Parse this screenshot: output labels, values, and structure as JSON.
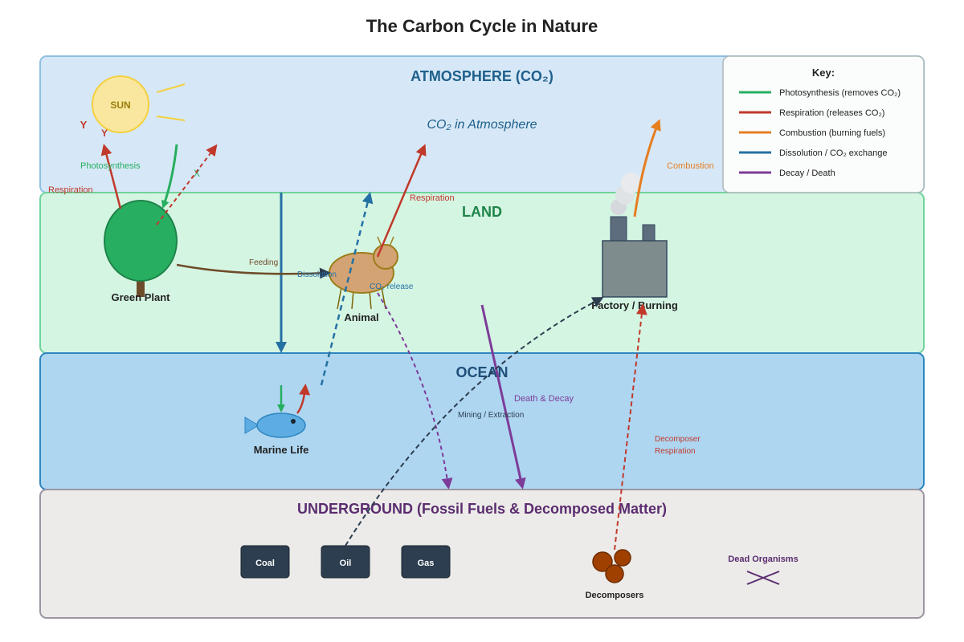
{
  "title": "The Carbon Cycle in Nature",
  "zones": {
    "atmosphere": {
      "label": "ATMOSPHERE (CO₂)",
      "sublabel": "CO₂ in Atmosphere"
    },
    "land": {
      "label": "LAND"
    },
    "ocean": {
      "label": "OCEAN"
    },
    "underground": {
      "label": "UNDERGROUND (Fossil Fuels & Decomposed Matter)"
    }
  },
  "objects": {
    "sun": "SUN",
    "plant": "Green Plant",
    "animal": "Animal",
    "factory": "Factory / Burning",
    "marine": "Marine Life",
    "coal": "Coal",
    "oil": "Oil",
    "gas": "Gas",
    "decomposers": "Decomposers",
    "dead": "Dead Organisms"
  },
  "flow_labels": {
    "photosynthesis": "Photosynthesis",
    "respiration_plant": "Respiration",
    "respiration_animal": "Respiration",
    "combustion": "Combustion",
    "feeding": "Feeding",
    "dissolution": "Dissolution",
    "co2_release": "CO₂ release",
    "death_decay": "Death & Decay",
    "mining": "Mining / Extraction",
    "decomposer_respiration_1": "Decomposer",
    "decomposer_respiration_2": "Respiration",
    "y1": "Y",
    "y2": "Y",
    "x": "X"
  },
  "legend": {
    "title": "Key:",
    "items": [
      {
        "label": "Photosynthesis (removes CO₂)",
        "color": "#27ae60"
      },
      {
        "label": "Respiration (releases CO₂)",
        "color": "#c0392b"
      },
      {
        "label": "Combustion (burning fuels)",
        "color": "#e67e22"
      },
      {
        "label": "Dissolution / CO₂ exchange",
        "color": "#2471a3"
      },
      {
        "label": "Decay / Death",
        "color": "#7d3c98"
      }
    ]
  },
  "colors": {
    "photosynthesis": "#27ae60",
    "respiration": "#c0392b",
    "combustion": "#e67e22",
    "dissolution": "#2471a3",
    "decay": "#7d3c98",
    "feeding": "#6e4c2a",
    "mining": "#2c3e50"
  }
}
